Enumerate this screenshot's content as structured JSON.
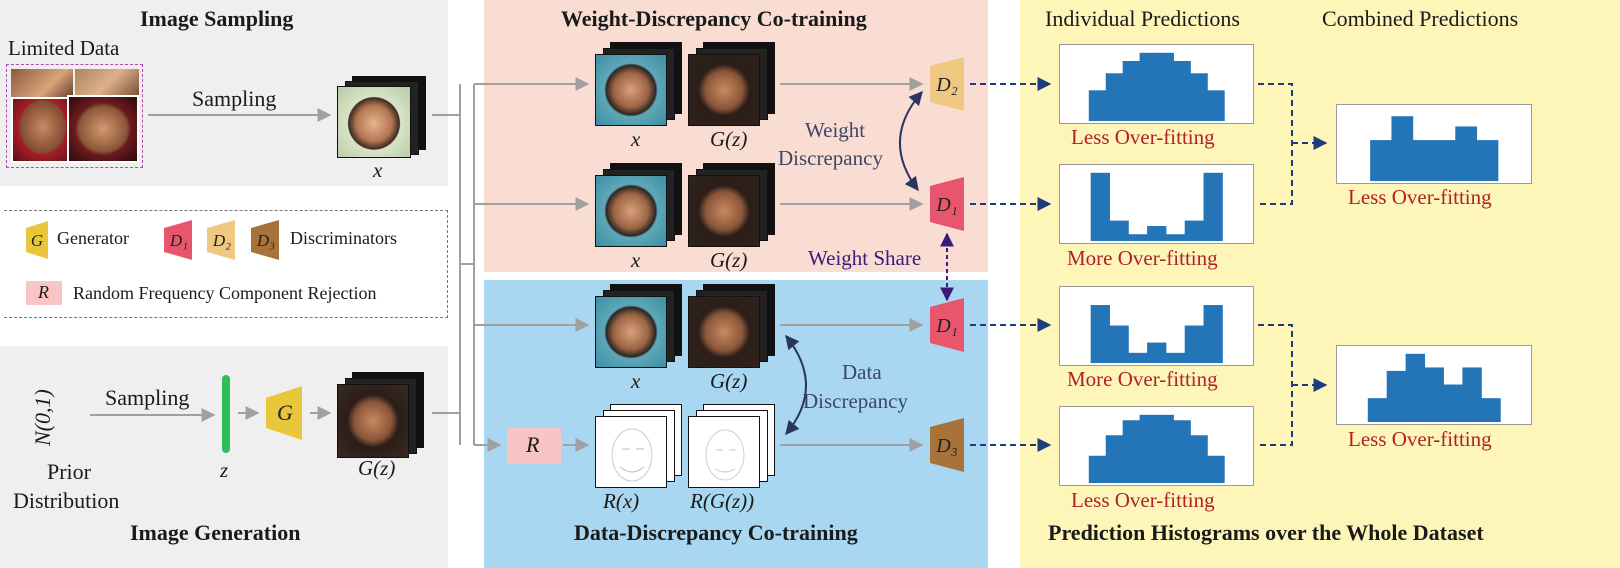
{
  "image_sampling": {
    "title": "Image Sampling",
    "limited_data": "Limited Data",
    "sampling": "Sampling",
    "x": "x"
  },
  "image_generation": {
    "title": "Image Generation",
    "sampling": "Sampling",
    "prior_formula": "N(0,1)",
    "prior_line1": "Prior",
    "prior_line2": "Distribution",
    "z": "z",
    "g_label": "G",
    "gz": "G(z)"
  },
  "legend": {
    "g": "G",
    "generator": "Generator",
    "d1": "D₁",
    "d2": "D₂",
    "d3": "D₃",
    "discriminators": "Discriminators",
    "r": "R",
    "rejection": "Random Frequency Component Rejection"
  },
  "weight_cotraining": {
    "title": "Weight-Discrepancy Co-training",
    "x1": "x",
    "gz1": "G(z)",
    "x2": "x",
    "gz2": "G(z)",
    "d2": "D₂",
    "d1": "D₁",
    "discrepancy_line1": "Weight",
    "discrepancy_line2": "Discrepancy",
    "weight_share": "Weight Share"
  },
  "data_cotraining": {
    "title": "Data-Discrepancy Co-training",
    "x": "x",
    "gz": "G(z)",
    "r": "R",
    "rx": "R(x)",
    "rgz": "R(G(z))",
    "d1": "D₁",
    "d3": "D₃",
    "discrepancy_line1": "Data",
    "discrepancy_line2": "Discrepancy"
  },
  "predictions": {
    "title": "Prediction Histograms over the Whole Dataset",
    "individual": "Individual Predictions",
    "combined": "Combined Predictions",
    "ind_labels": [
      "Less Over-fitting",
      "More Over-fitting",
      "More Over-fitting",
      "Less Over-fitting"
    ],
    "comb_labels": [
      "Less Over-fitting",
      "Less Over-fitting"
    ]
  },
  "colors": {
    "panel_gray": "#efefef",
    "panel_pink": "#f9ddd3",
    "panel_blue": "#a9d6f1",
    "panel_yellow": "#fdf6b8",
    "generator": "#e8c83a",
    "d1": "#e8566e",
    "d2": "#efc882",
    "d3": "#a8733a",
    "reject": "#f8c4c4",
    "bar": "#2474b8",
    "arrow_dark": "#1d3d7c",
    "arrow_gray": "#a0a0a0",
    "share": "#3a1b7a"
  },
  "histograms": {
    "ind1": [
      0.0,
      0.45,
      0.7,
      0.88,
      1.0,
      1.0,
      0.88,
      0.7,
      0.45,
      0.0
    ],
    "ind2": [
      0.0,
      1.0,
      0.3,
      0.1,
      0.22,
      0.1,
      0.3,
      1.0,
      0.0
    ],
    "ind3": [
      0.0,
      0.85,
      0.55,
      0.15,
      0.3,
      0.15,
      0.55,
      0.85,
      0.0
    ],
    "ind4": [
      0.0,
      0.4,
      0.7,
      0.92,
      1.0,
      1.0,
      0.92,
      0.7,
      0.4,
      0.0
    ],
    "comb1": [
      0.0,
      0.6,
      0.95,
      0.6,
      0.6,
      0.8,
      0.6,
      0.0
    ],
    "comb2": [
      0.0,
      0.35,
      0.75,
      1.0,
      0.8,
      0.55,
      0.8,
      0.35,
      0.0
    ]
  }
}
